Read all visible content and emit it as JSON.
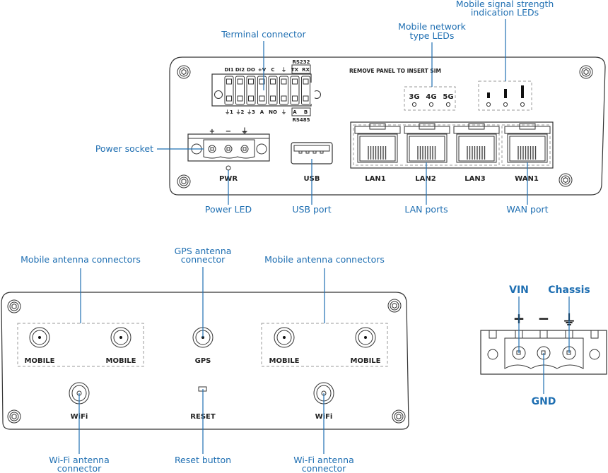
{
  "top_panel": {
    "callouts": {
      "terminal_connector": "Terminal connector",
      "mobile_network_type_leds": [
        "Mobile network",
        "type LEDs"
      ],
      "mobile_signal_strength_leds": [
        "Mobile signal strength",
        "indication LEDs"
      ],
      "power_socket": "Power socket",
      "power_led": "Power LED",
      "usb_port": "USB port",
      "lan_ports": "LAN ports",
      "wan_port": "WAN port"
    },
    "terminal": {
      "top_labels": [
        "DI1",
        "DI2",
        "DO",
        "+V",
        "C",
        "⏚",
        "TX",
        "RX"
      ],
      "bottom_labels": [
        "⏚1",
        "⏚2",
        "⏚3",
        "A",
        "NO",
        "⏚",
        "A",
        "B"
      ],
      "rs232": "RS232",
      "rs485": "RS485"
    },
    "sim_notice": "REMOVE PANEL TO INSERT SIM",
    "network_leds": [
      "3G",
      "4G",
      "5G"
    ],
    "signal_leds_count": 3,
    "power_socket_symbols": [
      "+",
      "−",
      "⏚"
    ],
    "port_labels": {
      "pwr": "PWR",
      "usb": "USB",
      "lan1": "LAN1",
      "lan2": "LAN2",
      "lan3": "LAN3",
      "wan1": "WAN1"
    }
  },
  "bottom_panel": {
    "callouts": {
      "mobile_antenna_left": "Mobile antenna connectors",
      "gps_antenna": [
        "GPS antenna",
        "connector"
      ],
      "mobile_antenna_right": "Mobile antenna connectors",
      "wifi_antenna_left": [
        "Wi-Fi antenna",
        "connector"
      ],
      "reset_button": "Reset button",
      "wifi_antenna_right": [
        "Wi-Fi antenna",
        "connector"
      ]
    },
    "port_labels": {
      "mobile1": "MOBILE",
      "mobile2": "MOBILE",
      "gps": "GPS",
      "mobile3": "MOBILE",
      "mobile4": "MOBILE",
      "wifi1": "WiFi",
      "reset": "RESET",
      "wifi2": "WiFi"
    }
  },
  "power_detail": {
    "vin": "VIN",
    "chassis": "Chassis",
    "gnd": "GND",
    "symbols": [
      "+",
      "−",
      "⏚"
    ]
  }
}
